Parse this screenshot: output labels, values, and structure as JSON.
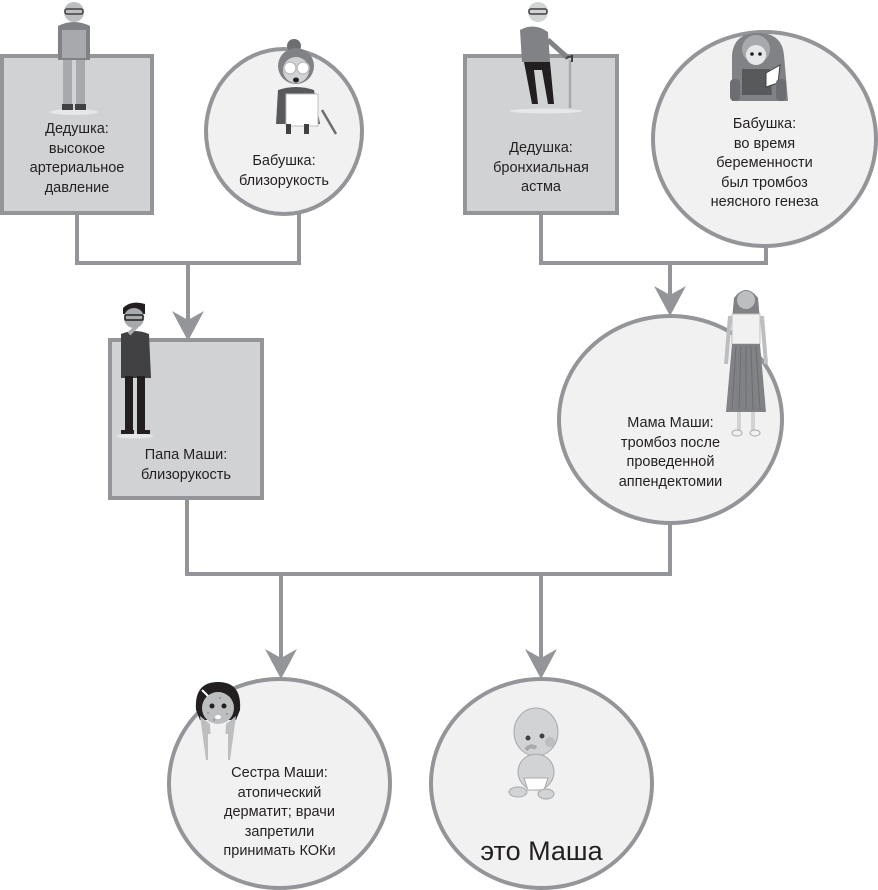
{
  "diagram": {
    "type": "family-tree",
    "nodes": {
      "grandfather_paternal": {
        "shape": "square",
        "figure": "old-man-icon",
        "lines": [
          "Дедушка:",
          "высокое",
          "артериальное",
          "давление"
        ]
      },
      "grandmother_paternal": {
        "shape": "circle",
        "figure": "old-woman-glasses-icon",
        "lines": [
          "Бабушка:",
          "близорукость"
        ]
      },
      "grandfather_maternal": {
        "shape": "square",
        "figure": "old-man-cane-icon",
        "lines": [
          "Дедушка:",
          "бронхиальная",
          "астма"
        ]
      },
      "grandmother_maternal": {
        "shape": "circle",
        "figure": "old-woman-reading-icon",
        "lines": [
          "Бабушка:",
          "во время",
          "беременности",
          "был тромбоз",
          "неясного генеза"
        ]
      },
      "father": {
        "shape": "square",
        "figure": "man-glasses-icon",
        "lines": [
          "Папа Маши:",
          "близорукость"
        ]
      },
      "mother": {
        "shape": "circle",
        "figure": "woman-skirt-icon",
        "lines": [
          "Мама Маши:",
          "тромбоз после",
          "проведенной",
          "аппендектомии"
        ]
      },
      "sister": {
        "shape": "circle",
        "figure": "girl-rash-icon",
        "lines": [
          "Сестра Маши:",
          "атопический",
          "дерматит; врачи",
          "запретили",
          "принимать КОКи"
        ]
      },
      "masha": {
        "shape": "circle",
        "figure": "baby-icon",
        "lines": [
          "это Маша"
        ]
      }
    },
    "edges": [
      {
        "from": [
          "grandfather_paternal",
          "grandmother_paternal"
        ],
        "to": "father"
      },
      {
        "from": [
          "grandfather_maternal",
          "grandmother_maternal"
        ],
        "to": "mother"
      },
      {
        "from": [
          "father",
          "mother"
        ],
        "to": "sister"
      },
      {
        "from": [
          "father",
          "mother"
        ],
        "to": "masha"
      }
    ],
    "colors": {
      "line": "#939598",
      "box_fill": "#d1d2d4",
      "circle_fill": "#f1f1f2",
      "text": "#231f20"
    }
  }
}
